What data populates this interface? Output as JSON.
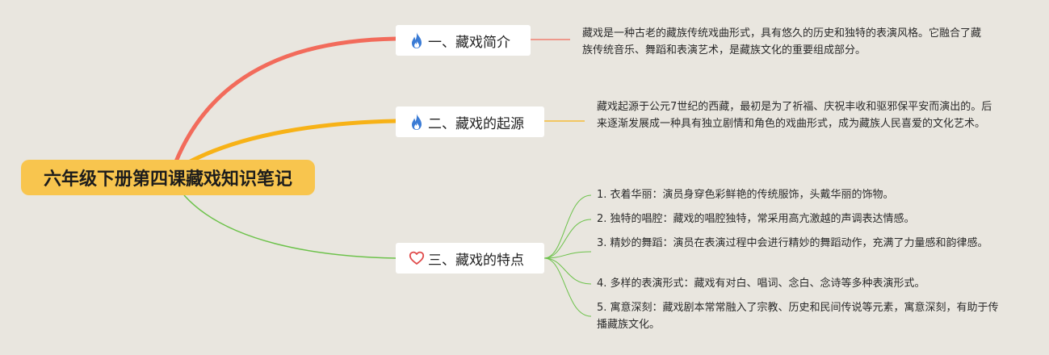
{
  "root": {
    "title": "六年级下册第四课藏戏知识笔记"
  },
  "branches": [
    {
      "icon": "fire-icon",
      "label": "一、藏戏简介",
      "line_color": "#f26b5b",
      "note": "藏戏是一种古老的藏族传统戏曲形式，具有悠久的历史和独特的表演风格。它融合了藏族传统音乐、舞蹈和表演艺术，是藏族文化的重要组成部分。"
    },
    {
      "icon": "fire-icon",
      "label": "二、藏戏的起源",
      "line_color": "#f7b217",
      "note": "藏戏起源于公元7世纪的西藏，最初是为了祈福、庆祝丰收和驱邪保平安而演出的。后来逐渐发展成一种具有独立剧情和角色的戏曲形式，成为藏族人民喜爱的文化艺术。"
    },
    {
      "icon": "heart-outline-icon",
      "label": "三、藏戏的特点",
      "line_color": "#6cc24a",
      "children": [
        "1. 衣着华丽：演员身穿色彩鲜艳的传统服饰，头戴华丽的饰物。",
        "2. 独特的唱腔：藏戏的唱腔独特，常采用高亢激越的声调表达情感。",
        "3. 精妙的舞蹈：演员在表演过程中会进行精妙的舞蹈动作，充满了力量感和韵律感。",
        "4. 多样的表演形式：藏戏有对白、唱词、念白、念诗等多种表演形式。",
        "5. 寓意深刻：藏戏剧本常常融入了宗教、历史和民间传说等元素，寓意深刻，有助于传播藏族文化。"
      ]
    }
  ],
  "colors": {
    "background": "#e9e6df",
    "root_fill": "#f8c54e",
    "fire_icon": "#3a7bd5",
    "heart_icon": "#e04b4b"
  }
}
